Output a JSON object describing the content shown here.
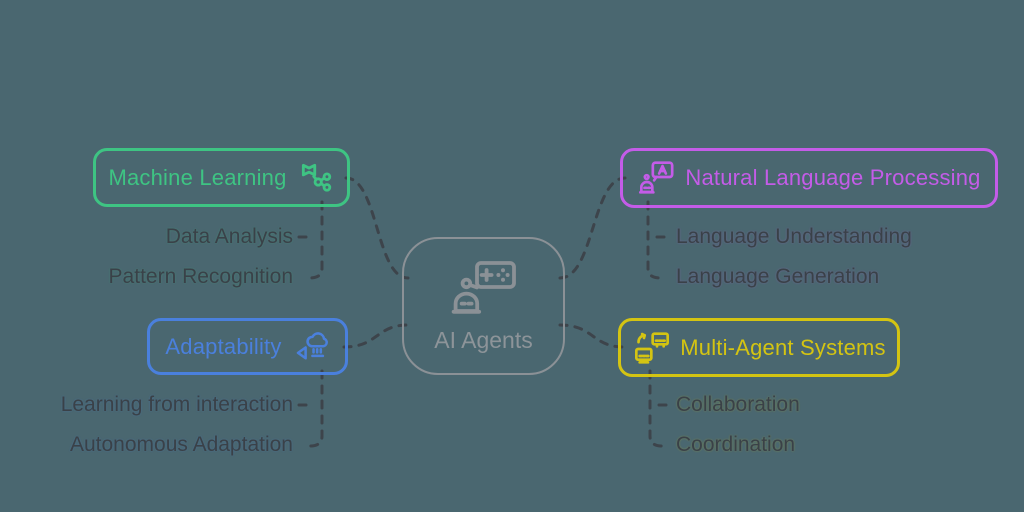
{
  "canvas": {
    "background_color": "#4a6770"
  },
  "center": {
    "label": "AI Agents",
    "text_color": "#8d9499",
    "border_color": "#8b9196",
    "icon": "robot-controller-icon"
  },
  "branches": {
    "machine_learning": {
      "label": "Machine Learning",
      "color": "#3ec483",
      "icon": "book-network-icon",
      "children": [
        "Data Analysis",
        "Pattern Recognition"
      ]
    },
    "adaptability": {
      "label": "Adaptability",
      "color": "#4a80dd",
      "icon": "pointer-rain-cloud-icon",
      "children": [
        "Learning from interaction",
        "Autonomous Adaptation"
      ]
    },
    "nlp": {
      "label": "Natural Language Processing",
      "color": "#c45ce8",
      "icon": "robot-translate-chat-icon",
      "children": [
        "Language Understanding",
        "Language Generation"
      ]
    },
    "multi_agent": {
      "label": "Multi-Agent Systems",
      "color": "#d4c412",
      "icon": "devices-sync-icon",
      "children": [
        "Collaboration",
        "Coordination"
      ]
    }
  },
  "styles": {
    "child_text_color": "#3a4148",
    "connector_color": "#3d444b",
    "connector_style": "dashed"
  }
}
